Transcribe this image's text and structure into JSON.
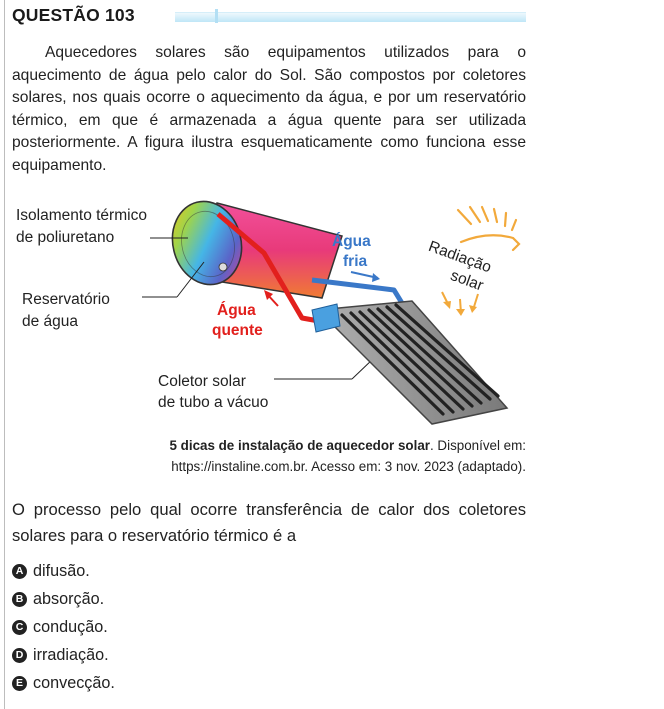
{
  "question": {
    "title": "QUESTÃO 103"
  },
  "passage": "Aquecedores solares são equipamentos utilizados para o aquecimento de água pelo calor do Sol. São compostos por coletores solares, nos quais ocorre o aquecimento da água, e por um reservatório térmico, em que é armazenada a água quente para ser utilizada posteriormente. A figura ilustra esquematicamente como funciona esse equipamento.",
  "figure": {
    "labels": {
      "insulation_line1": "Isolamento térmico",
      "insulation_line2": "de poliuretano",
      "reservoir_line1": "Reservatório",
      "reservoir_line2": "de água",
      "hot_line1": "Água",
      "hot_line2": "quente",
      "cold_line1": "Água",
      "cold_line2": "fria",
      "collector_line1": "Coletor solar",
      "collector_line2": "de tubo a vácuo",
      "radiation_line1": "Radiação",
      "radiation_line2": "solar"
    },
    "colors": {
      "hot_water": "#e2201d",
      "cold_water": "#3a78c8",
      "sun": "#f2a93b"
    }
  },
  "source": {
    "title": "5 dicas de instalação de aquecedor solar",
    "rest_line1": ". Disponível em:",
    "rest_line2": "https://instaline.com.br. Acesso em: 3 nov. 2023 (adaptado)."
  },
  "stem": "O processo pelo qual ocorre transferência de calor dos coletores solares para o reservatório térmico é a",
  "options": [
    {
      "letter": "A",
      "text": "difusão."
    },
    {
      "letter": "B",
      "text": "absorção."
    },
    {
      "letter": "C",
      "text": "condução."
    },
    {
      "letter": "D",
      "text": "irradiação."
    },
    {
      "letter": "E",
      "text": "convecção."
    }
  ]
}
